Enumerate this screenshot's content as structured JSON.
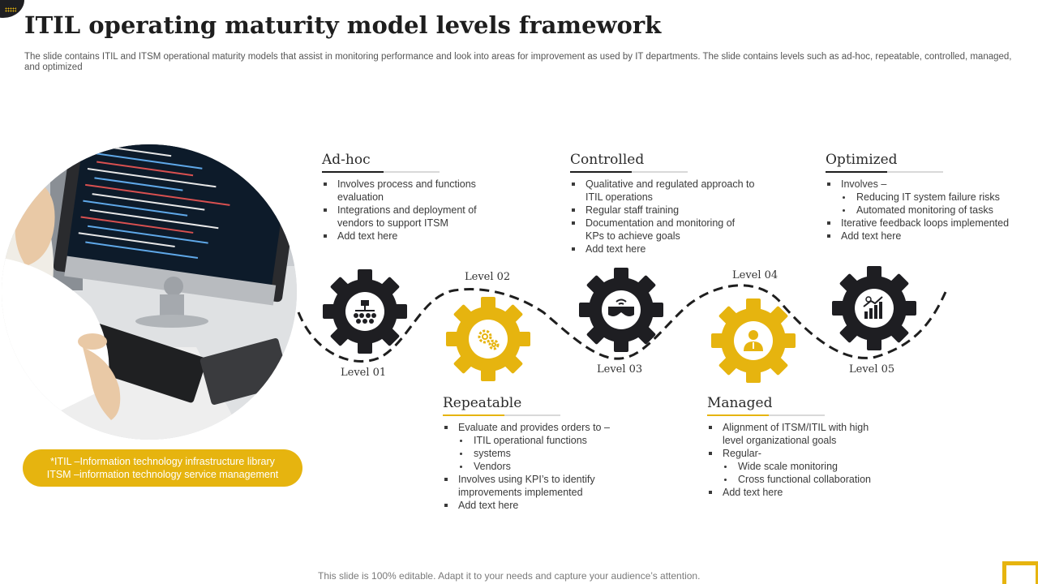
{
  "title": "ITIL operating maturity model levels framework",
  "subtitle": "The slide contains ITIL and ITSM  operational maturity models that assist in monitoring performance and look into areas for improvement as used by IT departments. The slide contains levels such as ad-hoc, repeatable, controlled, managed, and optimized",
  "note": {
    "line1": "*ITIL –Information technology infrastructure library",
    "line2": "ITSM –information technology service management"
  },
  "levels": [
    {
      "label": "Level 01"
    },
    {
      "label": "Level 02"
    },
    {
      "label": "Level 03"
    },
    {
      "label": "Level 04"
    },
    {
      "label": "Level 05"
    }
  ],
  "stages": {
    "adhoc": {
      "title": "Ad-hoc",
      "bullets": [
        "Involves  process and functions evaluation",
        "Integrations and deployment of vendors  to support ITSM",
        "Add text here"
      ]
    },
    "repeatable": {
      "title": "Repeatable",
      "bullets": [
        "Evaluate and provides  orders to –",
        "ITIL  operational  functions",
        "systems",
        "Vendors",
        "Involves  using KPI’s to identify improvements  implemented",
        "Add text here"
      ]
    },
    "controlled": {
      "title": "Controlled",
      "bullets": [
        "Qualitative and regulated approach to ITIL operations",
        "Regular staff training",
        "Documentation and monitoring of KPs to achieve goals",
        "Add text here"
      ]
    },
    "managed": {
      "title": "Managed",
      "bullets": [
        "Alignment of ITSM/ITIL  with high level organizational goals",
        "Regular-",
        "Wide scale monitoring",
        "Cross functional collaboration",
        "Add text here"
      ]
    },
    "optimized": {
      "title": "Optimized",
      "bullets": [
        "Involves  –",
        "Reducing IT system failure risks",
        "Automated monitoring of tasks",
        "Iterative feedback loops implemented",
        "Add text here"
      ]
    }
  },
  "footer": "This slide is 100% editable. Adapt it to your needs and capture your audience’s attention.",
  "colors": {
    "accent": "#e6b40f",
    "dark": "#1e1e22",
    "text": "#3a3a3a"
  },
  "icons": [
    "org-hierarchy-icon",
    "gears-icon",
    "vr-headset-icon",
    "businessman-icon",
    "growth-chart-icon"
  ]
}
